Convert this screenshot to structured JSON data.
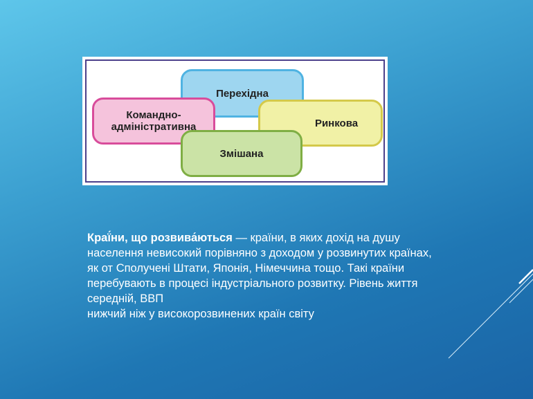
{
  "diagram": {
    "transitional": "Перехідна",
    "command": "Командно-\nадміністративна",
    "market": "Ринкова",
    "mixed": "Змішана"
  },
  "definition": {
    "term": "Краї́ни, що розвива́ються",
    "body": " — країни, в яких дохід на душу населення невисокий порівняно з доходом у розвинутих країнах, як от Сполучені Штати, Японія, Німеччина тощо. Такі країни перебувають в процесі індустріального розвитку. Рівень життя середній, ВВП\n нижчий ніж у високорозвинених країн світу"
  },
  "colors": {
    "transitional_fill": "#9ed6f0",
    "command_fill": "#f5c3dc",
    "market_fill": "#f1f1a6",
    "mixed_fill": "#cbe3a6",
    "frame_border": "#4b3f8a"
  }
}
